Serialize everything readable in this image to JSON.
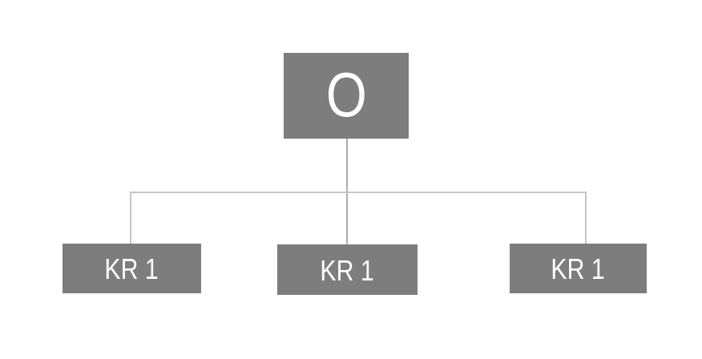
{
  "diagram": {
    "root_label": "O",
    "children": [
      {
        "label": "KR 1"
      },
      {
        "label": "KR 1"
      },
      {
        "label": "KR 1"
      }
    ],
    "colors": {
      "background": "#ffffff",
      "node_fill": "#7d7d7d",
      "node_text": "#ffffff",
      "bracket_line": "#c6c6c6",
      "stem_line": "#adadad"
    }
  }
}
